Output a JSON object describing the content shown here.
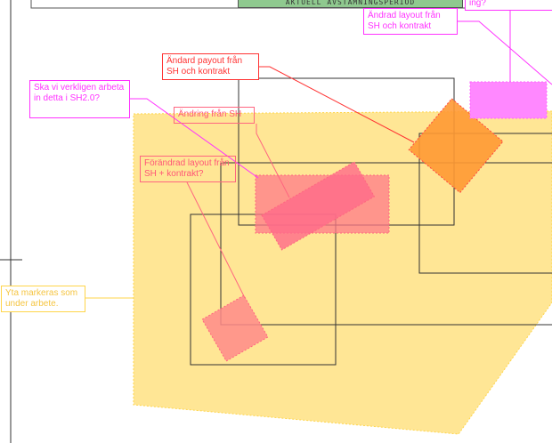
{
  "header": {
    "period_label": "AKTUELL AVSTÄMNINGSPERIOD",
    "cut_off_note": "ing?"
  },
  "callouts": [
    {
      "id": "andrad-layout",
      "text": "Ändrad layout från SH och kontrakt",
      "color": "#ff33ff"
    },
    {
      "id": "andard-payout",
      "text": "Ändard payout från SH och kontrakt",
      "color": "#ff3333"
    },
    {
      "id": "ska-vi",
      "text": "Ska vi verkligen arbeta in detta i SH2.0?",
      "color": "#ff33ff"
    },
    {
      "id": "andring",
      "text": "Ändring från SH",
      "color": "#ff6680"
    },
    {
      "id": "forandrad",
      "text": "Förändrad layout från SH + kontrakt?",
      "color": "#ff6680"
    },
    {
      "id": "yta",
      "text": "Yta markeras som under arbete.",
      "color": "#ffd54a"
    }
  ],
  "colors": {
    "area": "#ffe38a",
    "pink": "#ff7a8a",
    "orange": "#ff9933",
    "magenta": "#ff88ff",
    "green": "#8fc98f"
  }
}
